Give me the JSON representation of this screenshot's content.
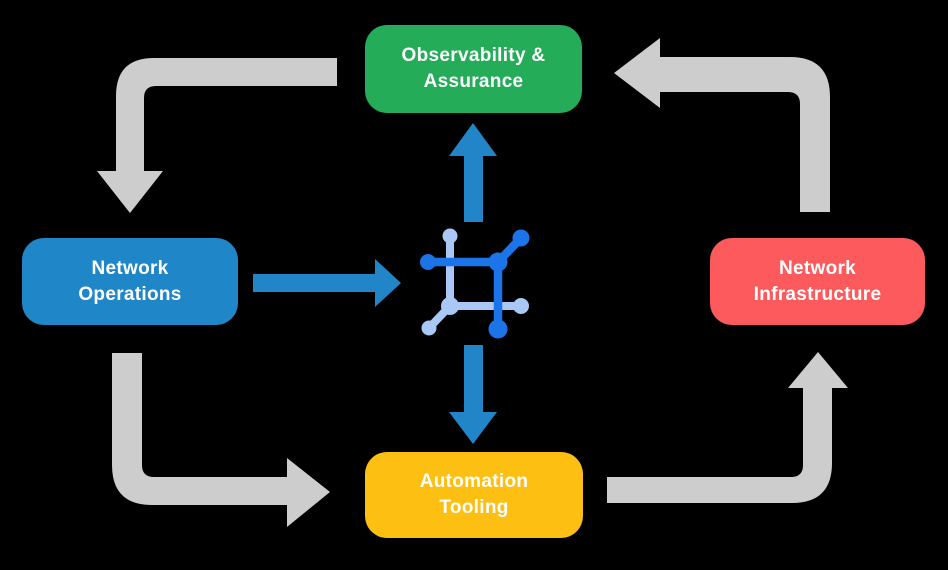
{
  "colors": {
    "background": "#000000",
    "arrow_gray": "#CDCDCD",
    "arrow_blue": "#2185C7",
    "icon_dark": "#1B74E8",
    "icon_light": "#A9C8F6",
    "text": "#FFFFFF"
  },
  "nodes": {
    "observability": {
      "line1": "Observability &",
      "line2": "Assurance",
      "color": "#24AC58"
    },
    "operations": {
      "line1": "Network",
      "line2": "Operations",
      "color": "#1F86C8"
    },
    "infrastructure": {
      "line1": "Network",
      "line2": "Infrastructure",
      "color": "#FC5A5C"
    },
    "automation": {
      "line1": "Automation",
      "line2": "Tooling",
      "color": "#FDBF12"
    }
  },
  "icon": {
    "center": "network-hub-icon"
  },
  "connections": {
    "outer_cycle": [
      "Observability & Assurance → Network Operations",
      "Network Operations → Automation Tooling",
      "Automation Tooling → Network Infrastructure",
      "Network Infrastructure → Observability & Assurance"
    ],
    "hub_flows": [
      "Network Operations → hub",
      "hub → Observability & Assurance",
      "hub → Automation Tooling"
    ]
  }
}
